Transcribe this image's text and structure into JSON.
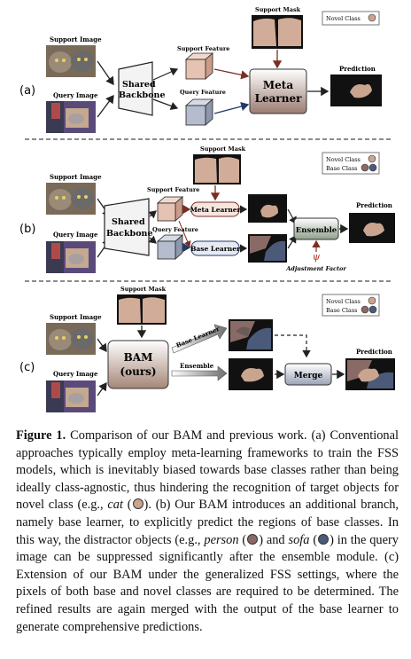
{
  "panels": {
    "a": {
      "label": "(a)",
      "support_image": "Support Image",
      "query_image": "Query Image",
      "support_mask": "Support Mask",
      "support_feature": "Support Feature",
      "query_feature": "Query Feature",
      "backbone_line1": "Shared",
      "backbone_line2": "Backbone",
      "meta_line1": "Meta",
      "meta_line2": "Learner",
      "prediction": "Prediction",
      "legend_novel": "Novel Class"
    },
    "b": {
      "label": "(b)",
      "support_image": "Support Image",
      "query_image": "Query Image",
      "support_mask": "Support Mask",
      "support_feature": "Support Feature",
      "query_feature": "Query Feature",
      "backbone_line1": "Shared",
      "backbone_line2": "Backbone",
      "meta_learner": "Meta Learner",
      "base_learner": "Base Learner",
      "ensemble": "Ensemble",
      "psi": "ψ",
      "adjustment": "Adjustment Factor",
      "prediction": "Prediction",
      "legend_novel": "Novel Class",
      "legend_base": "Base Class"
    },
    "c": {
      "label": "(c)",
      "support_image": "Support Image",
      "query_image": "Query Image",
      "support_mask": "Support Mask",
      "bam_line1": "BAM",
      "bam_line2": "(ours)",
      "base_learner": "Base Learner",
      "ensemble": "Ensemble",
      "merge": "Merge",
      "prediction": "Prediction",
      "legend_novel": "Novel Class",
      "legend_base": "Base Class"
    }
  },
  "colors": {
    "novel": "#c9a48f",
    "person": "#8a6a66",
    "sofa": "#4a5a78",
    "support_feature": "#e8c4b4",
    "query_feature": "#b9c1d3",
    "meta_box": "#8a6a5e",
    "ensemble_box": "#9aa59a",
    "psi": "#b3302a"
  },
  "caption": {
    "fig_label": "Figure 1.",
    "t1": " Comparison of our BAM and previous work. (a) Conventional approaches typically employ meta-learning frameworks to train the FSS models, which is inevitably biased towards base classes rather than being ideally class-agnostic, thus hindering the recognition of target objects for novel class (e.g., ",
    "cat": "cat",
    "t2": "). (b) Our BAM introduces an additional branch, namely base learner, to explicitly predict the regions of base classes. In this way, the distractor objects (e.g., ",
    "person": "person",
    "t3": " and ",
    "sofa": "sofa",
    "t4": ") in the query image can be suppressed significantly after the ensemble module. (c) Extension of our BAM under the generalized FSS settings, where the pixels of both base and novel classes are required to be determined. The refined results are again merged with the output of the base learner to generate comprehensive predictions."
  }
}
